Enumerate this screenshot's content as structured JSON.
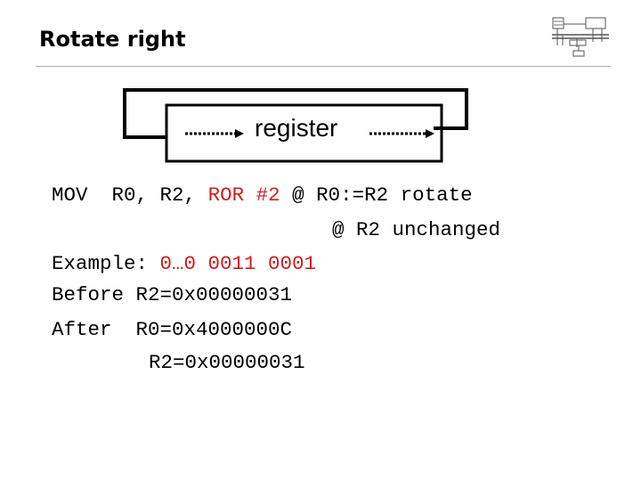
{
  "slide": {
    "title": "Rotate right"
  },
  "diagram": {
    "register_label": "register"
  },
  "code": {
    "line1": {
      "mnemonic": "MOV",
      "operands": "R0, R2, ",
      "shift_op": "ROR #2",
      "comment": " @ R0:=R2 rotate"
    },
    "line2": {
      "comment": "@ R2 unchanged"
    },
    "example": {
      "label": "Example: ",
      "value": "0…0 0011 0001"
    },
    "before": {
      "label": "Before ",
      "value": "R2=0x00000031"
    },
    "after": {
      "label": "After  ",
      "value_r0": "R0=0x4000000C",
      "value_r2": "R2=0x00000031"
    }
  },
  "colors": {
    "accent_red": "#cc1f1f"
  }
}
